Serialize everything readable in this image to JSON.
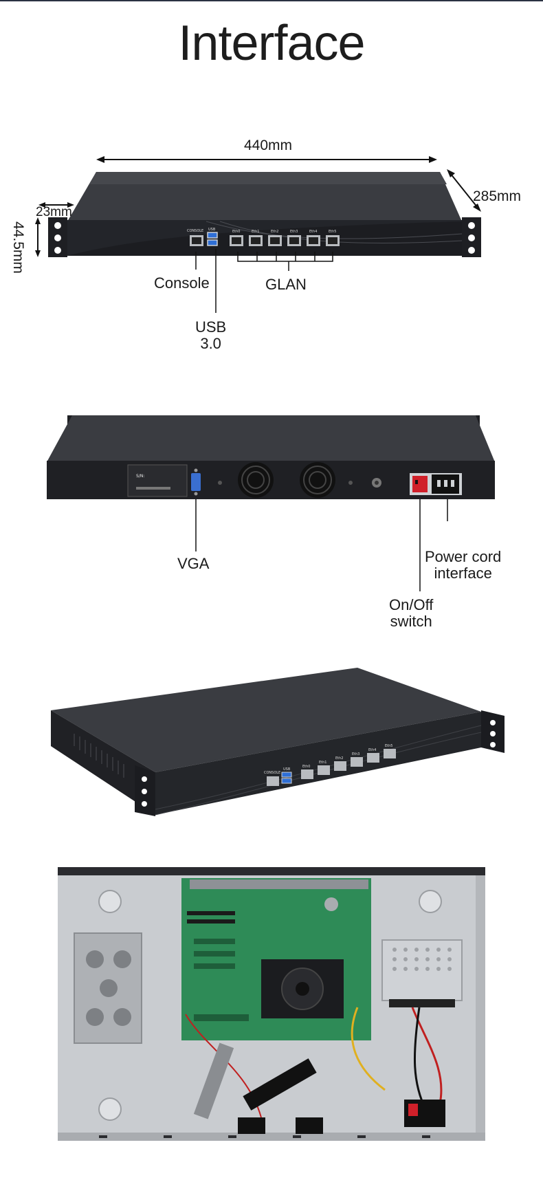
{
  "page": {
    "title": "Interface"
  },
  "front_view": {
    "dimensions": {
      "width": "440mm",
      "depth": "285mm",
      "ear_depth": "23mm",
      "height": "44.5mm"
    },
    "labels": {
      "console": "Console",
      "glan": "GLAN",
      "usb": "USB\n3.0"
    },
    "panel_text": {
      "console": "CONSOLE",
      "usb": "USB",
      "ports": [
        "Eth0",
        "Eth1",
        "Eth2",
        "Eth3",
        "Eth4",
        "Eth5"
      ]
    }
  },
  "rear_view": {
    "labels": {
      "vga": "VGA",
      "power_cord": "Power cord\ninterface",
      "on_off": "On/Off\nswitch"
    },
    "panel_text": {
      "serial": "S/N:"
    }
  },
  "angled_view": {
    "panel_text": {
      "console": "CONSOLE",
      "usb": "USB",
      "ports": [
        "Eth0",
        "Eth1",
        "Eth2",
        "Eth3",
        "Eth4",
        "Eth5"
      ]
    }
  },
  "colors": {
    "chassis": "#2b2d31",
    "chassis_top": "#3a3c41",
    "pcb": "#2e8b57",
    "port_metal": "#b9bcc0",
    "usb_blue": "#2f6fd6",
    "switch_red": "#d0202a"
  }
}
